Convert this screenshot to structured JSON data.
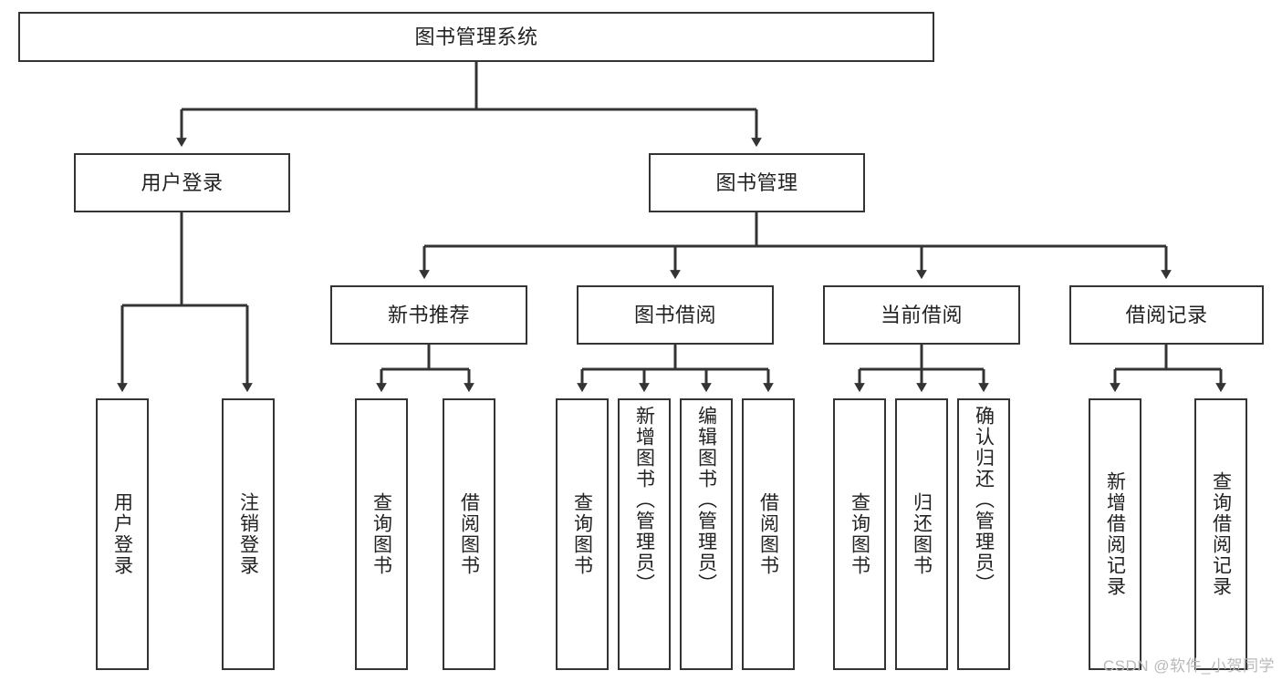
{
  "diagram": {
    "title": "图书管理系统",
    "root": {
      "label": "图书管理系统"
    },
    "level1": [
      {
        "label": "用户登录"
      },
      {
        "label": "图书管理"
      }
    ],
    "level2": [
      {
        "label": "新书推荐"
      },
      {
        "label": "图书借阅"
      },
      {
        "label": "当前借阅"
      },
      {
        "label": "借阅记录"
      }
    ],
    "leaves": {
      "user_login": [
        {
          "label": "用户登录"
        },
        {
          "label": "注销登录"
        }
      ],
      "new_book_recommend": [
        {
          "label": "查询图书"
        },
        {
          "label": "借阅图书"
        }
      ],
      "book_borrow": [
        {
          "label": "查询图书"
        },
        {
          "label": "新增图书（管理员）"
        },
        {
          "label": "编辑图书（管理员）"
        },
        {
          "label": "借阅图书"
        }
      ],
      "current_borrow": [
        {
          "label": "查询图书"
        },
        {
          "label": "归还图书"
        },
        {
          "label": "确认归还（管理员）"
        }
      ],
      "borrow_record": [
        {
          "label": "新增借阅记录"
        },
        {
          "label": "查询借阅记录"
        }
      ]
    }
  },
  "watermark": {
    "text": "CSDN @软件_小贺同学"
  },
  "colors": {
    "stroke": "#343434",
    "text": "#222222",
    "background": "#ffffff",
    "watermark": "#b9b9b9"
  }
}
